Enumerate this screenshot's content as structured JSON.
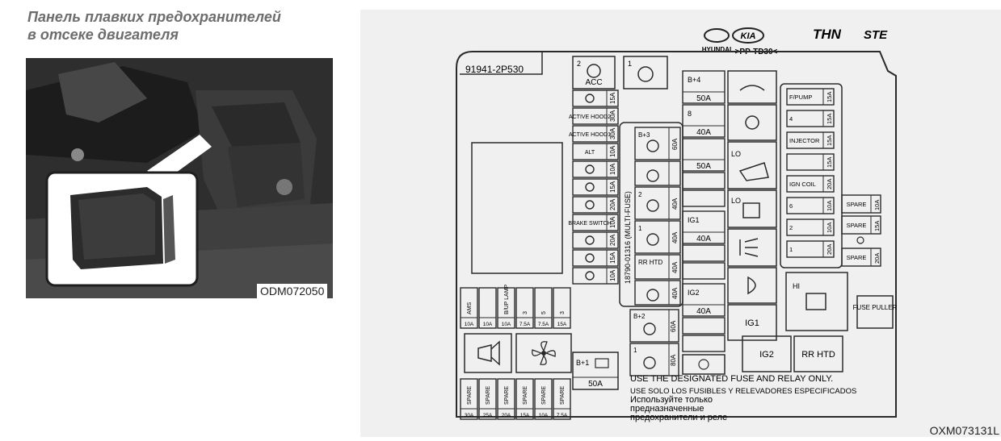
{
  "left": {
    "title_line1": "Панель плавких предохранителей",
    "title_line2": "в отсеке двигателя",
    "photo_code": "ODM072050"
  },
  "diagram": {
    "code": "OXM073131L",
    "brand_hyundai": "HYUNDAI",
    "brand_kia": "KIA",
    "brand_thn": "THN",
    "brand_ste": "STE",
    "part_number": "91941-2P530",
    "connector": ">PP-TD30<",
    "multi_fuse": "18790-01316 (MULTI-FUSE)",
    "relay_acc": "ACC",
    "relay_acc_num": "2",
    "relay_1_num": "1",
    "fuses_col1": [
      {
        "label": "",
        "amp": "15A",
        "icon": "horn-icon"
      },
      {
        "label": "ACTIVE HOOD2",
        "amp": "30A",
        "icon": ""
      },
      {
        "label": "ACTIVE HOOD1",
        "amp": "30A",
        "icon": ""
      },
      {
        "label": "ALT",
        "amp": "10A",
        "icon": ""
      },
      {
        "label": "",
        "amp": "10A",
        "icon": "fog-lamp-icon"
      },
      {
        "label": "",
        "amp": "15A",
        "icon": "defroster-icon"
      },
      {
        "label": "",
        "amp": "20A",
        "icon": "wiper-washer-icon"
      },
      {
        "label": "BRAKE SWITCH",
        "amp": "10A",
        "icon": ""
      },
      {
        "label": "",
        "amp": "20A",
        "icon": "parking-brake-icon"
      },
      {
        "label": "",
        "amp": "15A",
        "icon": "ecu-icon"
      },
      {
        "label": "",
        "amp": "10A",
        "icon": "headlamp-icon"
      }
    ],
    "mf_b3": "B+3",
    "mf_b3_amp": "60A",
    "mf_abs2_num": "2",
    "mf_abs2_amp": "40A",
    "mf_abs1_num": "1",
    "mf_abs1_amp": "40A",
    "mf_rr_htd": "RR HTD",
    "mf_rr_htd_amp": "40A",
    "mf_fan_amp": "40A",
    "mf_b2": "B+2",
    "mf_b2_amp": "60A",
    "mf_eps_num": "1",
    "mf_eps_amp": "80A",
    "b1_label": "B+1",
    "b1_amp": "50A",
    "col3": [
      {
        "label": "B+4",
        "amp": "50A"
      },
      {
        "label": "8",
        "amp": "40A"
      },
      {
        "label": "",
        "amp": "50A"
      },
      {
        "label": "IG1",
        "amp": "40A"
      },
      {
        "label": "IG2",
        "amp": "40A"
      }
    ],
    "lo_label": "LO",
    "hi_label": "HI",
    "ig1_relay": "IG1",
    "ig2_relay": "IG2",
    "rr_htd_relay": "RR HTD",
    "fuse_puller": "FUSE PULLER",
    "right_fuses": [
      {
        "label": "F/PUMP",
        "amp": "15A"
      },
      {
        "label": "4",
        "amp": "15A"
      },
      {
        "label": "INJECTOR",
        "amp": "15A"
      },
      {
        "label": "",
        "amp": "15A"
      },
      {
        "label": "IGN COIL",
        "amp": "20A"
      },
      {
        "label": "6",
        "amp": "10A"
      },
      {
        "label": "2",
        "amp": "10A"
      },
      {
        "label": "1",
        "amp": "20A"
      }
    ],
    "spares_right": [
      {
        "label": "SPARE",
        "amp": "10A"
      },
      {
        "label": "SPARE",
        "amp": "15A"
      },
      {
        "label": "SPARE",
        "amp": "20A"
      }
    ],
    "mini_fuses": [
      {
        "label": "AMS",
        "amp": "10A"
      },
      {
        "label": "",
        "amp": "10A"
      },
      {
        "label": "B/UP LAMP",
        "amp": "10A"
      },
      {
        "label": "3",
        "amp": "7.5A"
      },
      {
        "label": "5",
        "amp": "7.5A"
      },
      {
        "label": "3",
        "amp": "15A"
      }
    ],
    "spares_bottom": [
      {
        "label": "SPARE",
        "amp": "30A"
      },
      {
        "label": "SPARE",
        "amp": "25A"
      },
      {
        "label": "SPARE",
        "amp": "20A"
      },
      {
        "label": "SPARE",
        "amp": "15A"
      },
      {
        "label": "SPARE",
        "amp": "10A"
      },
      {
        "label": "SPARE",
        "amp": "7.5A"
      }
    ],
    "notice_en": "USE THE DESIGNATED FUSE AND RELAY ONLY.",
    "notice_es": "USE SOLO LOS FUSIBLES Y RELEVADORES ESPECIFICADOS",
    "notice_ru1": "Используйте только",
    "notice_ru2": "предназначенные",
    "notice_ru3": "предохранители и реле"
  }
}
